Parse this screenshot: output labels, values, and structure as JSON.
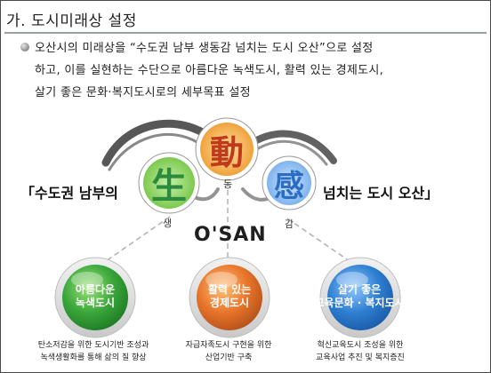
{
  "heading": {
    "title": "가. 도시미래상 설정"
  },
  "intro": {
    "line1": "오산시의 미래상을 “수도권 남부 생동감 넘치는 도시 오산”으로 설정",
    "line2": "하고, 이를 실현하는 수단으로 아름다운 녹색도시, 활력 있는 경제도시,",
    "line3": "살기 좋은 문화·복지도시로의 세부목표 설정"
  },
  "slogan": {
    "left": "「수도권 남부의",
    "right": "넘치는 도시 오산」",
    "chars": [
      {
        "hanja": "生",
        "hangul": "생",
        "color": "#2c8a3d"
      },
      {
        "hanja": "動",
        "hangul": "동",
        "color": "#c0391b"
      },
      {
        "hanja": "感",
        "hangul": "감",
        "color": "#2c6dc2"
      }
    ]
  },
  "logo": {
    "text": "O'SAN"
  },
  "goals": [
    {
      "label_line1": "아름다운",
      "label_line2": "녹색도시",
      "color": "#3aa63a",
      "desc_line1": "탄소저감을 위한 도시기반 조성과",
      "desc_line2": "녹색생활화를 통해 삶의 질 향상"
    },
    {
      "label_line1": "활력 있는",
      "label_line2": "경제도시",
      "color": "#e8742a",
      "desc_line1": "자급자족도시 구현을 위한",
      "desc_line2": "산업기반 구축"
    },
    {
      "label_line1": "살기 좋은",
      "label_line2": "교육문화 · 복지도시",
      "color": "#2f7fd1",
      "desc_line1": "혁신교육도시 조성을 위한",
      "desc_line2": "교육사업 추진 및 복지증진"
    }
  ]
}
